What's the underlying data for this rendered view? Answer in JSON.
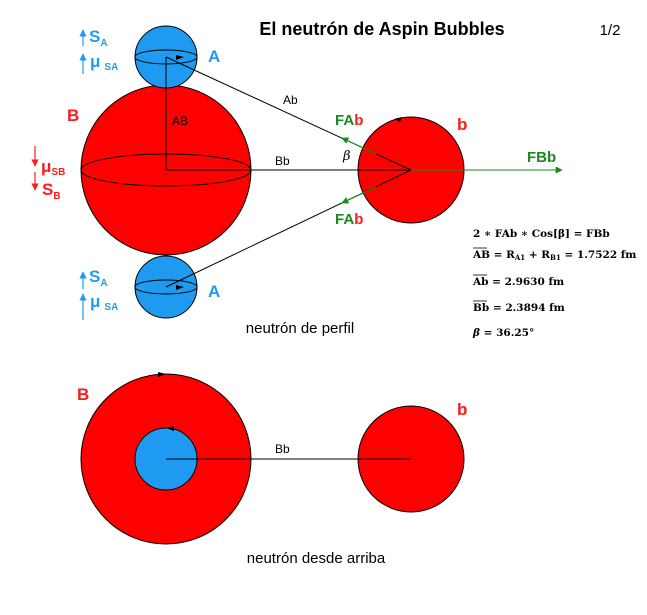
{
  "title": "El neutrón de Aspin Bubbles",
  "page_number": "1/2",
  "colors": {
    "proton_blue": "#1e9bf0",
    "proton_red": "#ff0000",
    "force_green": "#1a8a1a",
    "label_blue": "#1e9bf0",
    "label_red": "#ff1a1a"
  },
  "profile": {
    "label_A_top": "A",
    "label_A_bottom": "A",
    "label_B": "B",
    "label_b": "b",
    "S_letter": "S",
    "S_A_sub": "A",
    "S_B_sub": "B",
    "mu_letter": "μ",
    "mu_SA_sub": "SA",
    "mu_SB_sub": "SB",
    "seg_Ab": "Ab",
    "seg_AB": "AB",
    "seg_Bb": "Bb",
    "angle_beta": "β",
    "force_FAb_F": "F",
    "force_FAb_A": "A",
    "force_FAb_b": "b",
    "force_FBb_F": "F",
    "force_FBb_B": "B",
    "force_FBb_b": "b",
    "caption": "neutrón de perfil"
  },
  "equations": {
    "eq1": "2 ∗ FAb ∗ Cos[β] = FBb",
    "eq2_lhs": "AB",
    "eq2_mid": " = R",
    "eq2_sub1": "A1",
    "eq2_plus": " + R",
    "eq2_sub2": "B1",
    "eq2_rhs": " = 1.7522 fm",
    "eq3_lhs": "Ab",
    "eq3_rhs": " = 2.9630 fm",
    "eq4_lhs": "Bb",
    "eq4_rhs": " = 2.3894 fm",
    "eq5_lhs": "β",
    "eq5_rhs": " = 36.25°"
  },
  "top_view": {
    "label_B": "B",
    "label_b": "b",
    "seg_Bb": "Bb",
    "caption": "neutrón desde arriba"
  }
}
